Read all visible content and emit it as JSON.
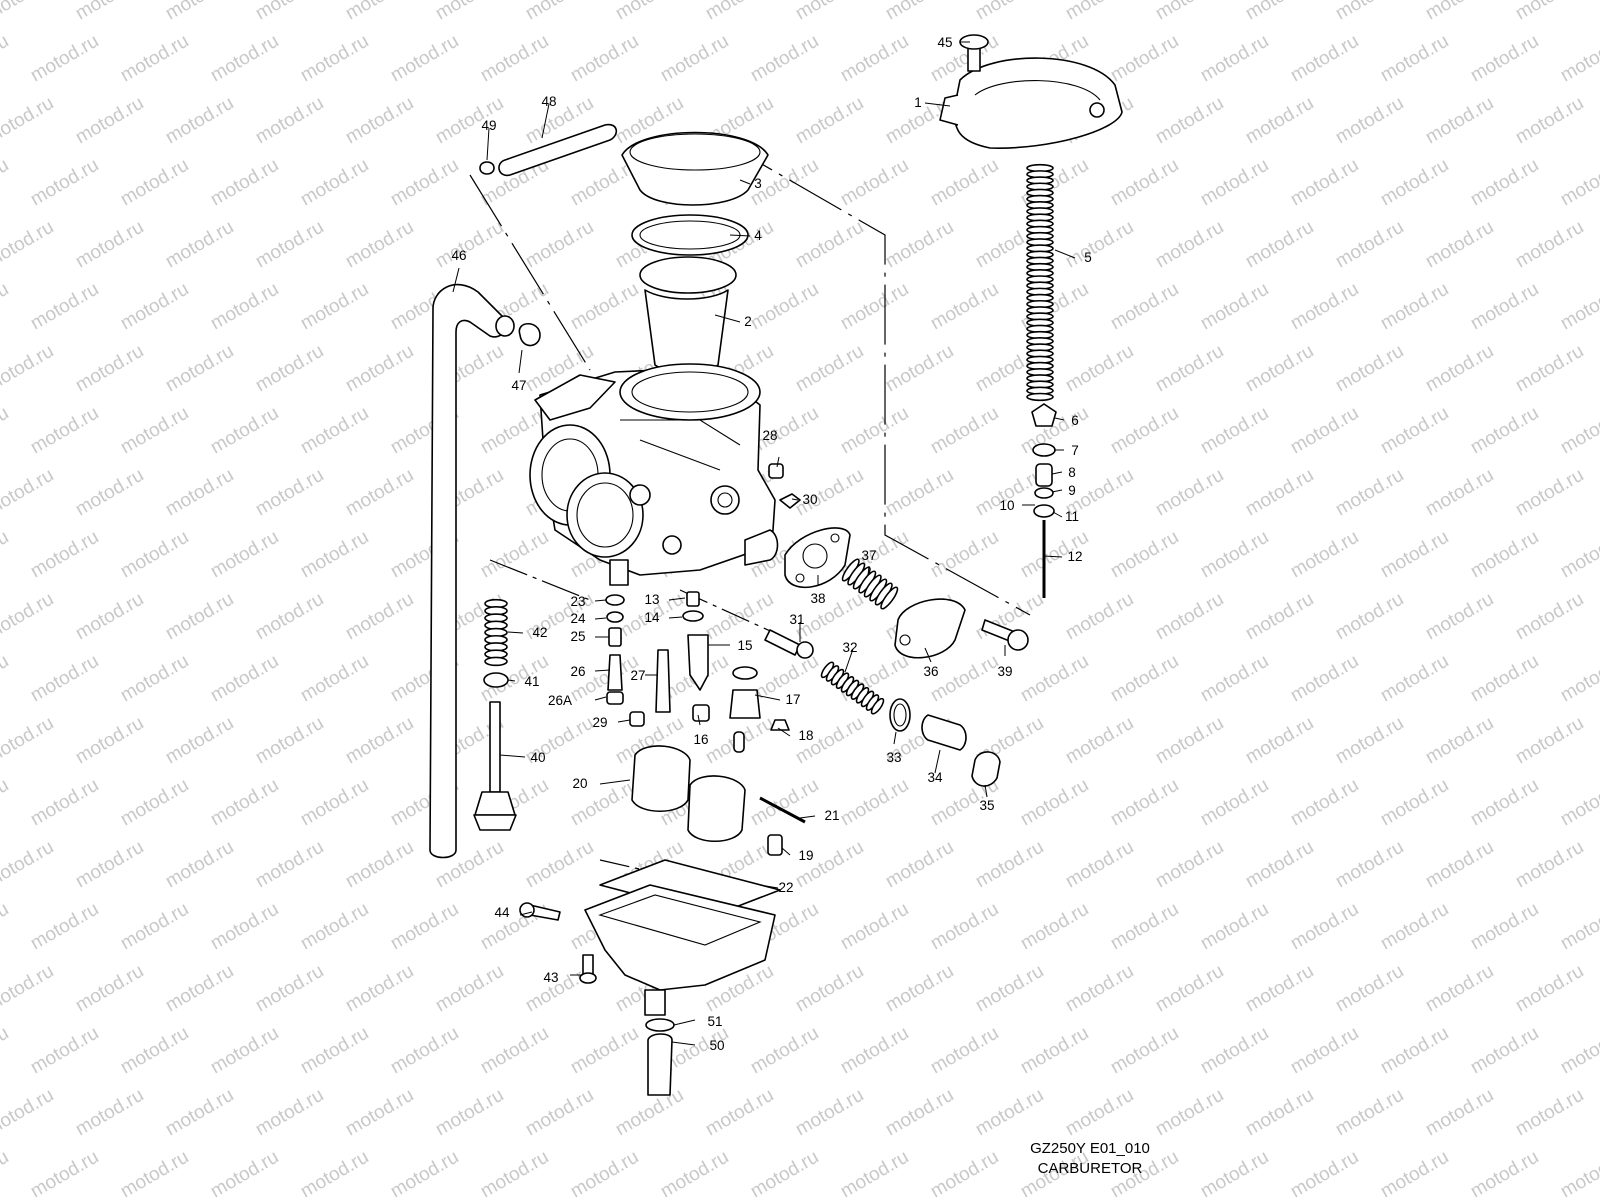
{
  "watermark": "motod.ru",
  "footer": {
    "code": "GZ250Y E01_010",
    "title": "CARBURETOR"
  },
  "callouts": [
    "1",
    "2",
    "3",
    "4",
    "5",
    "6",
    "7",
    "8",
    "9",
    "10",
    "11",
    "12",
    "13",
    "14",
    "15",
    "16",
    "17",
    "18",
    "19",
    "20",
    "21",
    "22",
    "23",
    "24",
    "25",
    "26",
    "26A",
    "27",
    "28",
    "29",
    "30",
    "31",
    "32",
    "33",
    "34",
    "35",
    "36",
    "37",
    "38",
    "39",
    "40",
    "41",
    "42",
    "43",
    "44",
    "45",
    "46",
    "47",
    "48",
    "49",
    "50",
    "51"
  ]
}
